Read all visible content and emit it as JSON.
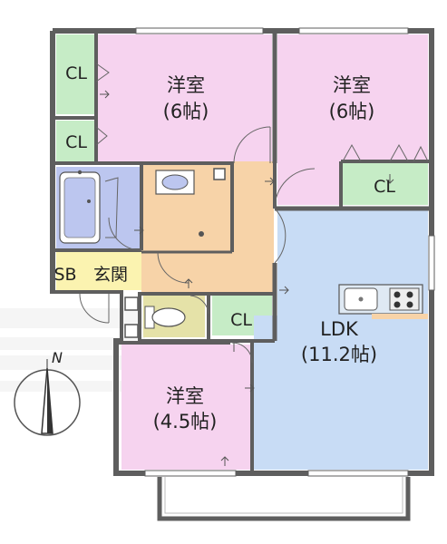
{
  "rooms": {
    "western1": {
      "name": "洋室",
      "size": "(6帖)"
    },
    "western2": {
      "name": "洋室",
      "size": "(6帖)"
    },
    "western3": {
      "name": "洋室",
      "size": "(4.5帖)"
    },
    "ldk": {
      "name": "LDK",
      "size": "(11.2帖)"
    },
    "entrance": {
      "sb": "SB",
      "name": "玄関"
    },
    "closets": {
      "cl1": "CL",
      "cl2": "CL",
      "cl3": "CL",
      "cl4": "CL"
    }
  },
  "compass": {
    "north": "N"
  },
  "colors": {
    "western_room": "#f6d3ef",
    "ldk": "#c8dcf5",
    "closet": "#c6ecc6",
    "hall": "#f7d3a8",
    "washroom": "#f6c7b4",
    "bath": "#bcc6ef",
    "toilet": "#e5e2a8",
    "entrance": "#fbf3b0",
    "wall": "#5e5e5e"
  }
}
